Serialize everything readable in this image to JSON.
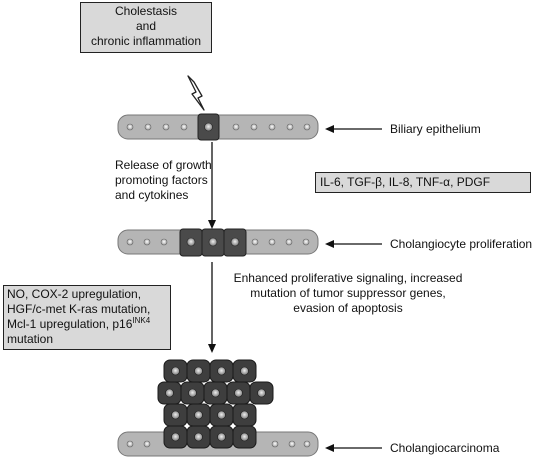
{
  "trigger_box": {
    "line1": "Cholestasis",
    "line2": "and",
    "line3": "chronic inflammation"
  },
  "labels": {
    "biliary": "Biliary epithelium",
    "proliferation": "Cholangiocyte proliferation",
    "carcinoma": "Cholangiocarcinoma"
  },
  "step1": {
    "line1": "Release of growth",
    "line2": "promoting factors",
    "line3": "and cytokines"
  },
  "cytokine_box": "IL-6, TGF-β, IL-8, TNF-α, PDGF",
  "step2": {
    "line1": "Enhanced proliferative signaling, increased",
    "line2": "mutation of tumor suppressor genes,",
    "line3": "evasion of apoptosis"
  },
  "mutation_box": {
    "line1": "NO, COX-2 upregulation,",
    "line2": "HGF/c-met K-ras mutation,",
    "line3a": "Mcl-1 upregulation, p16",
    "line3_sup": "INK4",
    "line4": "mutation"
  },
  "icons": {
    "injury": "lightning-bolt-icon"
  }
}
